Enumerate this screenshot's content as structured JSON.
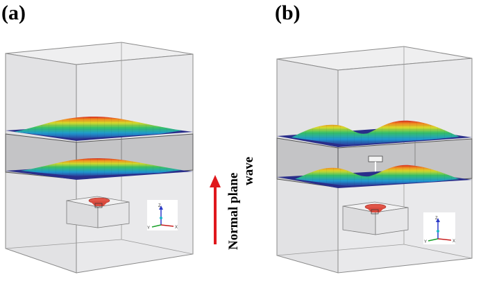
{
  "panels": [
    {
      "label": "(a)"
    },
    {
      "label": "(b)"
    }
  ],
  "annotation": {
    "line1": "Normal plane",
    "line2": "wave",
    "arrow_color": "#e0181c"
  },
  "axes": {
    "z": "Z",
    "y": "Y",
    "x": "X"
  },
  "colors": {
    "box_stroke": "#8a8a8a",
    "box_fill": "#e4e4e6",
    "slab_fill": "#c8c8ca",
    "sheet_base": "#2a2e8a",
    "peak": "#d92b1e",
    "disc": "#e05548"
  }
}
